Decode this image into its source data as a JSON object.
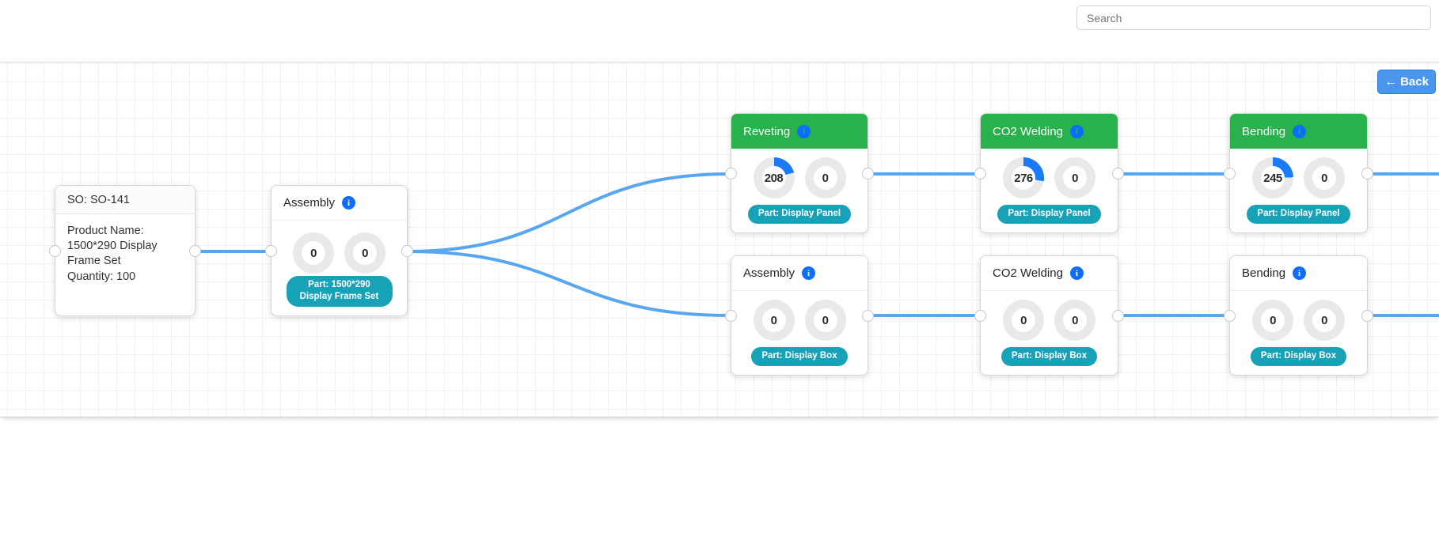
{
  "header": {
    "search_placeholder": "Search"
  },
  "toolbar": {
    "back_label": "Back",
    "back_arrow_glyph": "←"
  },
  "colors": {
    "edge": "#58a6f0",
    "node_header_green": "#28b14c",
    "info_icon_blue": "#0d6efd",
    "pill_teal": "#17a2b8",
    "gauge_arc_blue": "#1a7af8",
    "back_button_blue": "#4b96ed"
  },
  "flow": {
    "so_card": {
      "title": "SO: SO-141",
      "product_line": "Product Name: 1500*290 Display Frame Set",
      "quantity_line": "Quantity: 100"
    },
    "nodes": [
      {
        "title": "Assembly",
        "header": "white",
        "part_label": "Part: 1500*290 Display Frame Set",
        "gauges": [
          {
            "value": 0,
            "fraction": 0
          },
          {
            "value": 0,
            "fraction": 0
          }
        ]
      },
      {
        "title": "Reveting",
        "header": "green",
        "part_label": "Part: Display Panel",
        "gauges": [
          {
            "value": 208,
            "fraction": 0.208
          },
          {
            "value": 0,
            "fraction": 0
          }
        ]
      },
      {
        "title": "CO2 Welding",
        "header": "green",
        "part_label": "Part: Display Panel",
        "gauges": [
          {
            "value": 276,
            "fraction": 0.276
          },
          {
            "value": 0,
            "fraction": 0
          }
        ]
      },
      {
        "title": "Bending",
        "header": "green",
        "part_label": "Part: Display Panel",
        "gauges": [
          {
            "value": 245,
            "fraction": 0.245
          },
          {
            "value": 0,
            "fraction": 0
          }
        ]
      },
      {
        "title": "Assembly",
        "header": "white",
        "part_label": "Part: Display Box",
        "gauges": [
          {
            "value": 0,
            "fraction": 0
          },
          {
            "value": 0,
            "fraction": 0
          }
        ]
      },
      {
        "title": "CO2 Welding",
        "header": "white",
        "part_label": "Part: Display Box",
        "gauges": [
          {
            "value": 0,
            "fraction": 0
          },
          {
            "value": 0,
            "fraction": 0
          }
        ]
      },
      {
        "title": "Bending",
        "header": "white",
        "part_label": "Part: Display Box",
        "gauges": [
          {
            "value": 0,
            "fraction": 0
          },
          {
            "value": 0,
            "fraction": 0
          }
        ]
      }
    ]
  }
}
